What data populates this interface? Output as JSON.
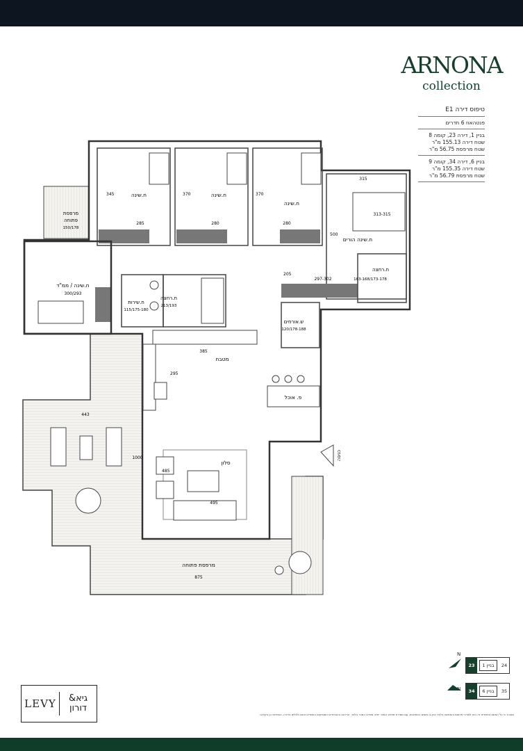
{
  "brand": {
    "name": "ARNONA",
    "collection": "collection"
  },
  "apartment": {
    "type_label": "טיפוס דירה E1",
    "subtitle": "פנטהאוז 6 חדרים",
    "unit1": {
      "line1": "בניין 1, דירה 23, קומה 8",
      "line2": "שטח דירה 155.13 מ\"ר",
      "line3": "שטח מרפסת 56.75 מ\"ר"
    },
    "unit2": {
      "line1": "בניין 6, דירה 34, קומה 9",
      "line2": "שטח דירה 155.35 מ\"ר",
      "line3": "שטח מרפסת 56.79 מ\"ר"
    }
  },
  "rooms": {
    "bedroom1": {
      "name": "ח.שינה",
      "size": "345",
      "dim": "285"
    },
    "bedroom2": {
      "name": "ח.שינה",
      "size": "370",
      "dim": "280"
    },
    "bedroom3": {
      "name": "ח.שינה",
      "size": "370",
      "dim": "280"
    },
    "master": {
      "name": "ח.שינה הורים",
      "size": "313-315",
      "dim_top": "315",
      "dim_side": "500"
    },
    "master_bath": {
      "name": "ח.רחצה",
      "size": "163-168/173-178"
    },
    "corridor": {
      "dim": "297-302",
      "dim2": "205"
    },
    "guest_wc": {
      "name": "ש.אורחים",
      "size": "120/178-188"
    },
    "safe_room": {
      "name": "ח.שינה / ממ\"ד",
      "size": "300/293"
    },
    "laundry": {
      "name": "ח.שירות",
      "size": "115/175-180"
    },
    "bath": {
      "name": "ח.רחצה",
      "size": "213/193"
    },
    "kitchen": {
      "name": "מטבח",
      "dim1": "385",
      "dim2": "295"
    },
    "dining": {
      "name": "פ. אוכל"
    },
    "living": {
      "name": "סלון",
      "dim1": "485",
      "dim2": "495"
    },
    "small_balcony": {
      "name_line1": "מרפסת",
      "name_line2": "פתוחה",
      "size": "150/178"
    },
    "terrace": {
      "name": "מרפסת פתוחה",
      "dim1": "875",
      "dim2": "443",
      "dim3": "1000"
    },
    "entrance": "כניסה"
  },
  "buildings": [
    {
      "left": "23",
      "label": "בניין 1",
      "right": "24"
    },
    {
      "left": "34",
      "label": "בניין 6",
      "right": "35"
    }
  ],
  "compass": "N",
  "developer": {
    "name1": "LEVY",
    "name2_line1": "גיא&",
    "name2_line2": "דורון"
  },
  "disclaimer": "מובהר כי כל המוצג בתשריט זה הינו לצורכי פרסום והמחשה בלבד ואין בו משום התחייבות. עם מסירת מפרט המכר יחייב מפרט המכר בלבד. הריהוט והאביזרים המופיעים בתשריט אינם כלולים בדירה, והמידות הן בקירוב.",
  "colors": {
    "dark_header": "#0d1520",
    "brand_green": "#16402d",
    "footer_green": "#0f3d2a"
  }
}
